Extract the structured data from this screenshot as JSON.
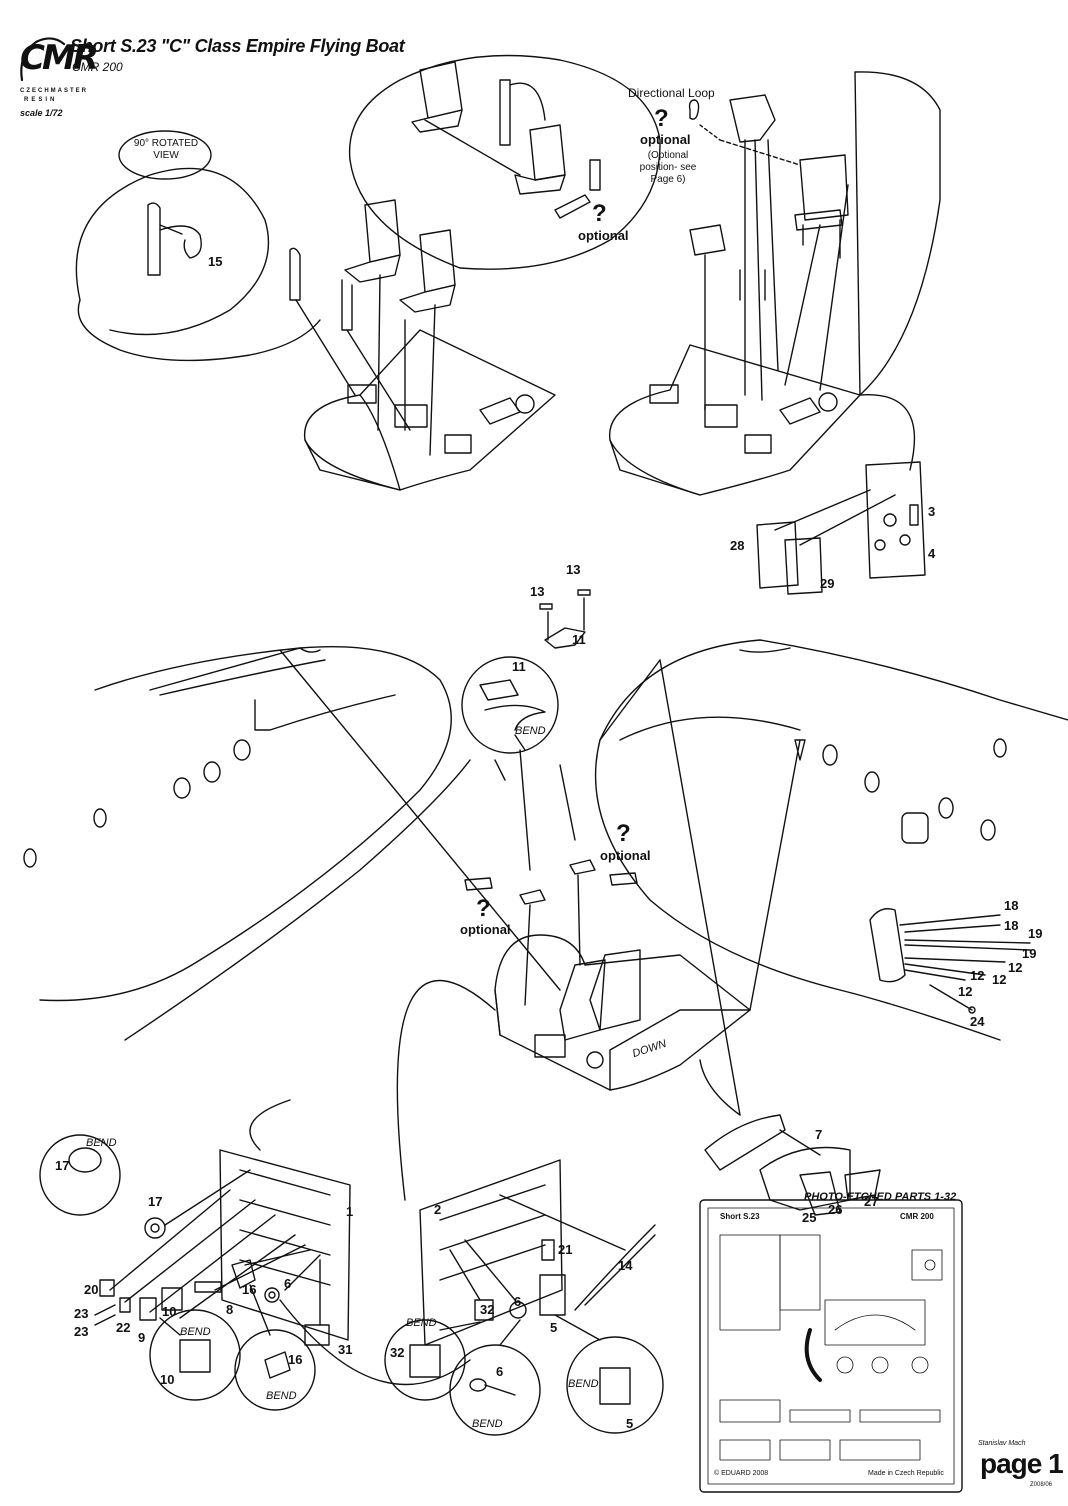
{
  "header": {
    "logo": "CMR",
    "title": "Short S.23 \"C\" Class Empire Flying Boat",
    "code": "CMR 200",
    "maker_line1": "CZECHMASTER",
    "maker_line2": "RESIN",
    "scale": "scale 1/72"
  },
  "callouts": {
    "rotated_view": "90° ROTATED VIEW",
    "directional_loop": "Directional Loop",
    "optional": "optional",
    "question": "?",
    "optional_position": "(Optional position- see Page 6)",
    "bend": "BEND",
    "down": "DOWN"
  },
  "part_numbers": {
    "p15": "15",
    "p3": "3",
    "p4": "4",
    "p28": "28",
    "p29": "29",
    "p13a": "13",
    "p13b": "13",
    "p11a": "11",
    "p11b": "11",
    "p18a": "18",
    "p18b": "18",
    "p19a": "19",
    "p19b": "19",
    "p12a": "12",
    "p12b": "12",
    "p12c": "12",
    "p12d": "12",
    "p24": "24",
    "p7": "7",
    "p25": "25",
    "p26": "26",
    "p27": "27",
    "p17a": "17",
    "p17b": "17",
    "p1": "1",
    "p2": "2",
    "p21": "21",
    "p14": "14",
    "p20": "20",
    "p23a": "23",
    "p23b": "23",
    "p22": "22",
    "p9": "9",
    "p10a": "10",
    "p8": "8",
    "p16a": "16",
    "p6a": "6",
    "p31": "31",
    "p32a": "32",
    "p6b": "6",
    "p5a": "5",
    "p10b": "10",
    "p16b": "16",
    "p32b": "32",
    "p6c": "6",
    "p5b": "5"
  },
  "fret": {
    "title": "PHOTO-ETCHED PARTS 1-32",
    "brand_left": "Short S.23",
    "brand_right": "CMR 200",
    "copyright": "© EDUARD 2008",
    "made_in": "Made in Czech Republic"
  },
  "footer": {
    "designer": "Stanislav Mach",
    "page": "page 1",
    "ref": "Z008/06"
  }
}
